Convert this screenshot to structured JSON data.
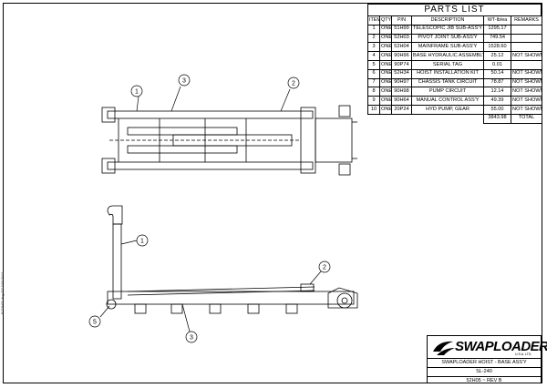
{
  "parts_list": {
    "title": "PARTS LIST",
    "headers": [
      "ITEM",
      "QTY",
      "P/N",
      "DESCRIPTION",
      "WT-lb/ea",
      "REMARKS"
    ],
    "rows": [
      [
        "1",
        "ONE",
        "51H99",
        "TELESCOPIC JIB SUB-ASS'Y",
        "1295.17",
        ""
      ],
      [
        "2",
        "ONE",
        "52H03",
        "PIVOT JOINT SUB-ASS'Y",
        "749.54",
        ""
      ],
      [
        "3",
        "ONE",
        "52H04",
        "MAINFRAME SUB-ASS'Y",
        "1528.60",
        ""
      ],
      [
        "4",
        "ONE",
        "90H96",
        "BASE HYDRAULIC ASSEMBLY",
        "25.12",
        "NOT SHOWN"
      ],
      [
        "5",
        "ONE",
        "90P74",
        "SERIAL TAG",
        "0.01",
        ""
      ],
      [
        "6",
        "ONE",
        "52H34",
        "HOIST INSTALLATION KIT",
        "50.14",
        "NOT SHOWN"
      ],
      [
        "7",
        "ONE",
        "90H97",
        "CHASSIS TANK CIRCUIT",
        "78.87",
        "NOT SHOWN"
      ],
      [
        "8",
        "ONE",
        "90H98",
        "PUMP CIRCUIT",
        "12.14",
        "NOT SHOWN"
      ],
      [
        "9",
        "ONE",
        "90H64",
        "MANUAL CONTROL ASS'Y",
        "49.39",
        "NOT SHOWN"
      ],
      [
        "10",
        "ONE",
        "20P24",
        "HYD PUMP, GEAR",
        "55.00",
        "NOT SHOWN"
      ]
    ],
    "total_weight": "3843.98",
    "total_label": "TOTAL"
  },
  "callouts_top": [
    "1",
    "3",
    "2"
  ],
  "callouts_side": [
    "1",
    "2",
    "5",
    "3"
  ],
  "title_block": {
    "brand": "SWAPLOADER",
    "brand_sub": "U.S.A. LTD.",
    "drawing_title": "SWAPLOADER HOIST - BASE ASS'Y",
    "model": "SL-240",
    "drawing_number": "52H05 ~ REV B"
  },
  "side_note": "P:\\52H05.dwg   05/15/06 09:04"
}
